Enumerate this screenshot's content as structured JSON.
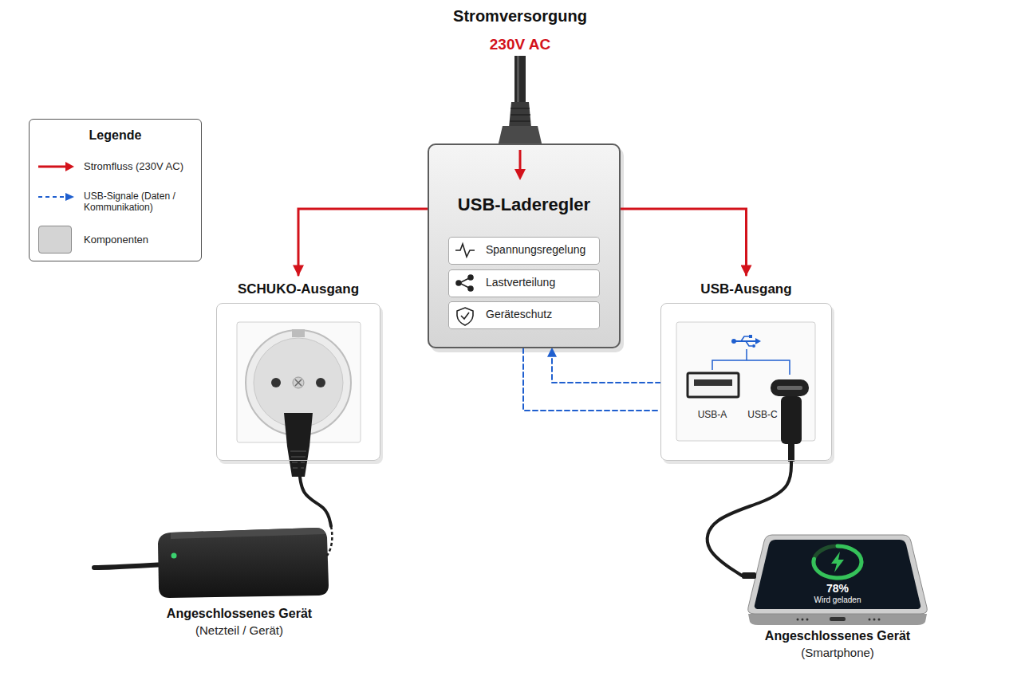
{
  "diagram": {
    "nodes": [
      {
        "text": [
          "USB-Laderegler"
        ]
      },
      {
        "text": [
          "Spannungsregelung"
        ],
        "in": 0
      },
      {
        "text": [
          "Lastverteilung"
        ],
        "in": 0
      },
      {
        "text": [
          "Geräteschutz"
        ],
        "in": 0
      },
      {
        "text": [
          "SCHUKO-Ausgang"
        ]
      },
      {
        "text": [
          "USB-Ausgang",
          "USB-A",
          "USB-C"
        ]
      },
      {
        "text": [
          "Angeschlossenes Gerät",
          "(Netzteil / Gerät)"
        ]
      },
      {
        "text": [
          "78%",
          "Wird geladen",
          "Angeschlossenes Gerät",
          "(Smartphone)"
        ]
      }
    ],
    "edges": [
      {
        "from": 0,
        "to": 4,
        "arrow": "to"
      },
      {
        "from": 0,
        "to": 5,
        "arrow": "to"
      },
      {
        "from": 5,
        "to": 0,
        "arrow": "to"
      },
      {
        "from": 0,
        "to": 5,
        "arrow": "none"
      },
      {
        "from": 4,
        "to": 6,
        "arrow": "none"
      },
      {
        "from": 5,
        "to": 7,
        "arrow": "none"
      }
    ],
    "labels": [
      "Stromversorgung",
      "230V AC",
      "Legende"
    ],
    "legend": [
      {
        "text": "Stromfluss (230V AC)"
      },
      {
        "text": "USB-Signale (Daten / Kommunikation)"
      },
      {
        "text": "Komponenten",
        "color": "#d4d4d4"
      }
    ]
  }
}
